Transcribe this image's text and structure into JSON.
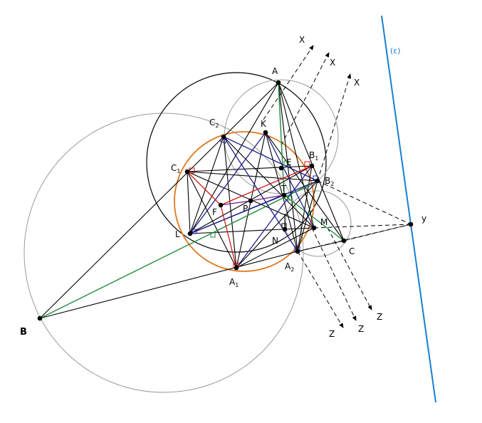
{
  "labels": {
    "A": "A",
    "B": "B",
    "C": "C",
    "K": "K",
    "E": "E",
    "T": "T",
    "P": "P",
    "F": "F",
    "L": "L",
    "N": "N",
    "M": "M",
    "y": "y",
    "X1": "X",
    "X2": "X",
    "X3": "X",
    "Z1": "Z",
    "Z2": "Z",
    "Z3": "Z",
    "A1": "A",
    "A1_sub": "1",
    "A2": "A",
    "A2_sub": "2",
    "B1": "B",
    "B1_sub": "1",
    "B2": "B",
    "B2_sub": "2",
    "C1": "C",
    "C1_sub": "1",
    "C2": "C",
    "C2_sub": "2",
    "epsilon": "(ε)"
  },
  "colors": {
    "epsilon_line": "#1a7fd0",
    "orange_circle": "#e07820",
    "green": "#1f8a3a",
    "red": "#d01818",
    "navy": "#1f1f8a",
    "purple": "#7a1a8a",
    "gray_circle": "#9a9a9a"
  }
}
